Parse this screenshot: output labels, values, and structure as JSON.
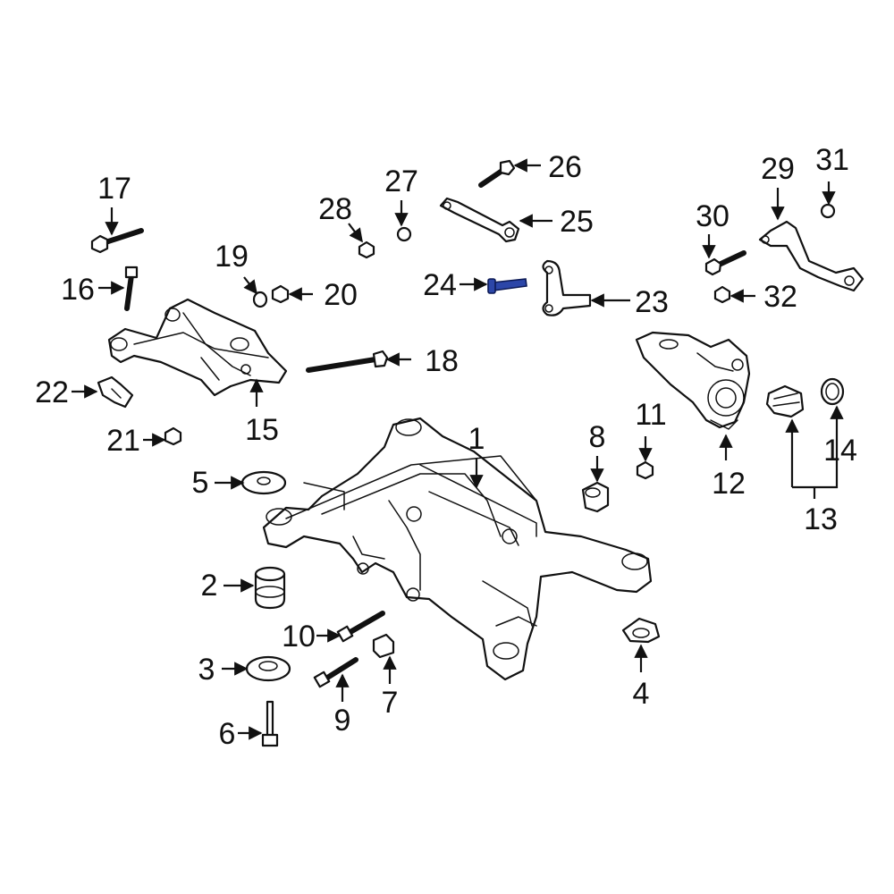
{
  "labels": {
    "p1": "1",
    "p2": "2",
    "p3": "3",
    "p4": "4",
    "p5": "5",
    "p6": "6",
    "p7": "7",
    "p8": "8",
    "p9": "9",
    "p10": "10",
    "p11": "11",
    "p12": "12",
    "p13": "13",
    "p14": "14",
    "p15": "15",
    "p16": "16",
    "p17": "17",
    "p18": "18",
    "p19": "19",
    "p20": "20",
    "p21": "21",
    "p22": "22",
    "p23": "23",
    "p24": "24",
    "p25": "25",
    "p26": "26",
    "p27": "27",
    "p28": "28",
    "p29": "29",
    "p30": "30",
    "p31": "31",
    "p32": "32"
  },
  "colors": {
    "highlight": "#2c46a8",
    "line": "#111111",
    "background": "#ffffff"
  },
  "highlighted_part": "24"
}
